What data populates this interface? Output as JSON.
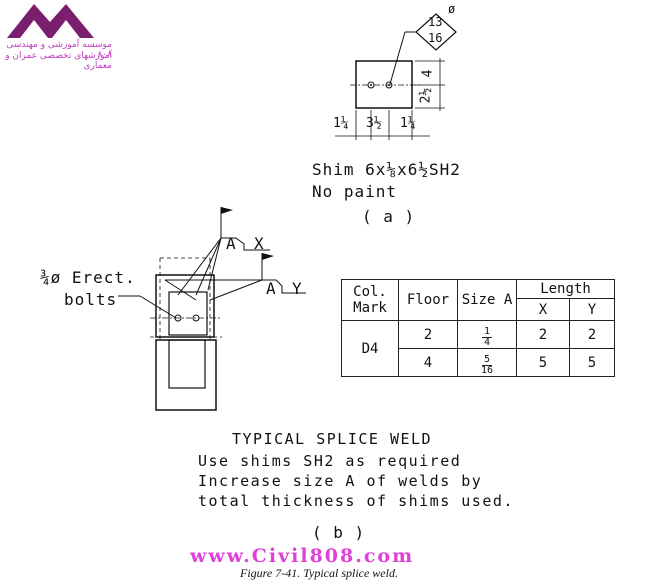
{
  "logo": {
    "line1": "موسسه آموزشی و مهندسی ۸۰۸",
    "line2": "آموزشهای تخصصی عمران و معماری"
  },
  "view_a": {
    "diamond_num": "13",
    "diamond_den": "16",
    "diamond_symbol": "ø",
    "dims_bottom": [
      "1¼",
      "3½",
      "1¼"
    ],
    "dims_side": [
      "4",
      "2½"
    ],
    "shim_label": "Shim 6x⅛x6½SH2",
    "paint_label": "No paint",
    "view_label": "( a )"
  },
  "view_b": {
    "bolt_label_line1": "¾ø Erect.",
    "bolt_label_line2": "bolts",
    "weld_a": "A",
    "weld_x": "X",
    "weld_y": "Y",
    "view_label": "( b )"
  },
  "schedule": {
    "headers": {
      "col_mark": "Col. Mark",
      "floor": "Floor",
      "size": "Size A",
      "length": "Length",
      "x": "X",
      "y": "Y"
    },
    "column_mark": "D4",
    "rows": [
      {
        "floor": "2",
        "size_num": "1",
        "size_den": "4",
        "x": "2",
        "y": "2"
      },
      {
        "floor": "4",
        "size_num": "5",
        "size_den": "16",
        "x": "5",
        "y": "5"
      }
    ]
  },
  "notes": {
    "heading": "TYPICAL SPLICE WELD",
    "line1": "Use shims SH2 as required",
    "line2": "Increase size A of welds by",
    "line3": "total thickness of shims used."
  },
  "watermark": "www.Civil808.com",
  "caption": "Figure 7-41.  Typical splice weld.",
  "colors": {
    "logo": "#7a1f6e",
    "watermark": "#e040d8",
    "ink": "#111111"
  }
}
